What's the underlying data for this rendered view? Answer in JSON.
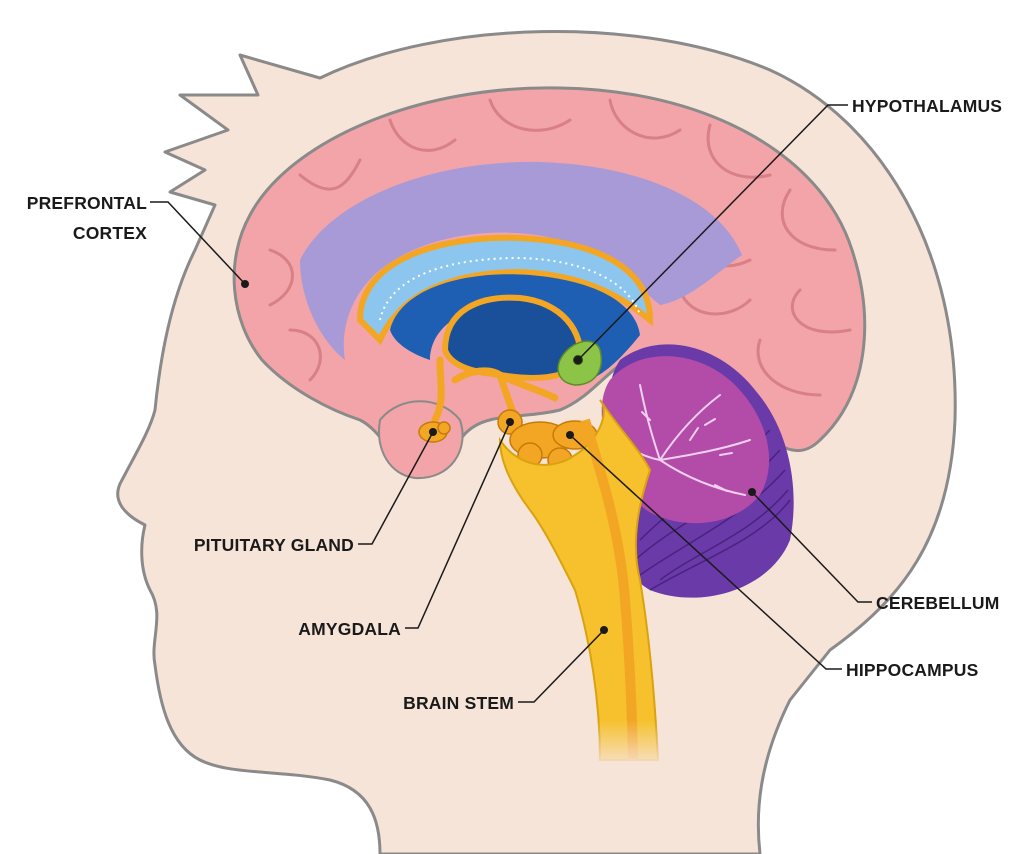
{
  "colors": {
    "head_fill": "#f7e4d8",
    "head_outline": "#8a8a8a",
    "cortex": "#f2a4a8",
    "cortex_shadow": "#d97f86",
    "lateral_ventricle": "#a89ad6",
    "corpus_callosum": "#8cc6ee",
    "inner_blue": "#1f5fb3",
    "limbic_orange": "#f3a623",
    "hypothalamus_green": "#8cc447",
    "cerebellum_outer": "#6a3aa8",
    "cerebellum_inner": "#b24ca8",
    "brainstem_yellow": "#f6c12c"
  },
  "labels": {
    "prefrontal_cortex_line1": "PREFRONTAL",
    "prefrontal_cortex_line2": "CORTEX",
    "hypothalamus": "HYPOTHALAMUS",
    "pituitary_gland": "PITUITARY GLAND",
    "amygdala": "AMYGDALA",
    "cerebellum": "CEREBELLUM",
    "hippocampus": "HIPPOCAMPUS",
    "brain_stem": "BRAIN STEM"
  }
}
